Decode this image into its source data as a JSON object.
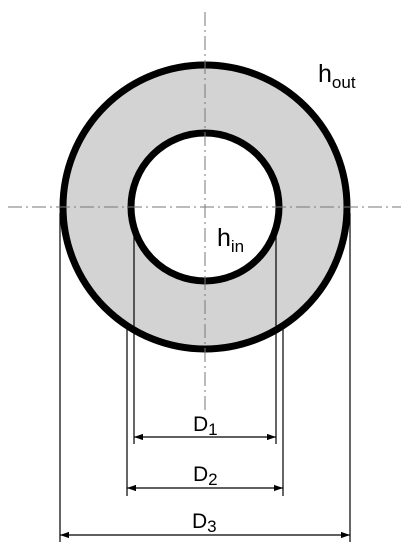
{
  "colors": {
    "ring_fill": "#d3d3d3",
    "stroke": "#000000",
    "background": "#ffffff"
  },
  "labels": {
    "h_out_main": "h",
    "h_out_sub": "out",
    "h_in_main": "h",
    "h_in_sub": "in",
    "d1_main": "D",
    "d1_sub": "1",
    "d2_main": "D",
    "d2_sub": "2",
    "d3_main": "D",
    "d3_sub": "3"
  }
}
